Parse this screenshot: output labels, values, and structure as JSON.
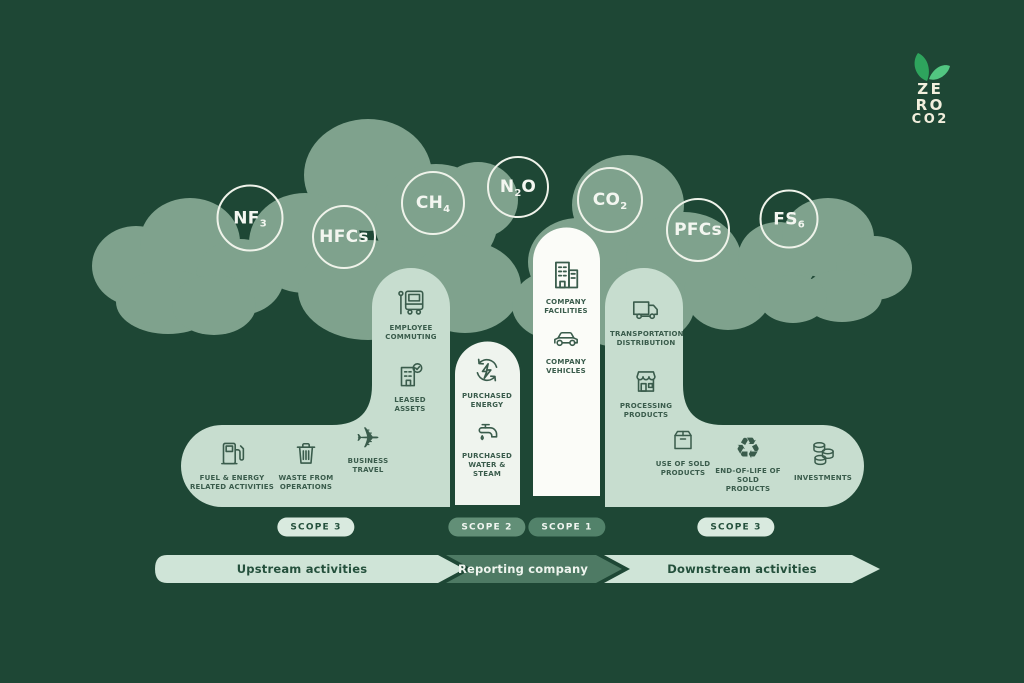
{
  "colors": {
    "background": "#1E4735",
    "cloud": "#7FA28D",
    "pipe": "#C7DDCF",
    "column_scope2": "#EFF4EE",
    "column_scope1": "#FBFCF8",
    "pill_light": "#D9EADF",
    "pill_medium": "#628F77",
    "arrow_light": "#CFE4D7",
    "arrow_dark": "#4E7A64",
    "ink": "#3A5C4C",
    "bubble_stroke": "#EFF3EA",
    "leaf_dark": "#2EA45D",
    "leaf_light": "#52C681",
    "logo_cream": "#F2EFDD"
  },
  "logo": {
    "lines": [
      "ZE",
      "RO",
      "CO2"
    ]
  },
  "gases": [
    {
      "pre": "NF",
      "sub": "3",
      "post": ""
    },
    {
      "pre": "HFCs",
      "sub": "",
      "post": ""
    },
    {
      "pre": "CH",
      "sub": "4",
      "post": ""
    },
    {
      "pre": "N",
      "sub": "2",
      "post": "O"
    },
    {
      "pre": "CO",
      "sub": "2",
      "post": ""
    },
    {
      "pre": "PFCs",
      "sub": "",
      "post": ""
    },
    {
      "pre": "FS",
      "sub": "6",
      "post": ""
    }
  ],
  "upstream": {
    "scope_label": "SCOPE 3",
    "items": [
      {
        "icon": "bus-stop-icon",
        "label": "EMPLOYEE COMMUTING"
      },
      {
        "icon": "building-location-icon",
        "label": "LEASED ASSETS"
      },
      {
        "icon": "fuel-pump-icon",
        "label": "FUEL & ENERGY RELATED ACTIVITIES"
      },
      {
        "icon": "trash-bin-icon",
        "label": "WASTE FROM OPERATIONS"
      },
      {
        "icon": "airplane-icon",
        "glyph": "✈",
        "label": "BUSINESS TRAVEL"
      }
    ]
  },
  "scope2": {
    "scope_label": "SCOPE 2",
    "items": [
      {
        "icon": "renewable-energy-icon",
        "label": "PURCHASED ENERGY"
      },
      {
        "icon": "water-tap-icon",
        "label": "PURCHASED WATER & STEAM"
      }
    ]
  },
  "scope1": {
    "scope_label": "SCOPE 1",
    "items": [
      {
        "icon": "office-buildings-icon",
        "label": "COMPANY FACILITIES"
      },
      {
        "icon": "car-icon",
        "label": "COMPANY VEHICLES"
      }
    ]
  },
  "downstream": {
    "scope_label": "SCOPE 3",
    "items": [
      {
        "icon": "delivery-truck-icon",
        "label": "TRANSPORTATION DISTRIBUTION"
      },
      {
        "icon": "storefront-icon",
        "label": "PROCESSING PRODUCTS"
      },
      {
        "icon": "package-box-icon",
        "label": "USE OF SOLD PRODUCTS"
      },
      {
        "icon": "recycle-icon",
        "glyph": "♻",
        "label": "END-OF-LIFE OF SOLD PRODUCTS"
      },
      {
        "icon": "coin-stacks-icon",
        "label": "INVESTMENTS"
      }
    ]
  },
  "flow": {
    "upstream": "Upstream activities",
    "reporting": "Reporting company",
    "downstream": "Downstream activities"
  }
}
